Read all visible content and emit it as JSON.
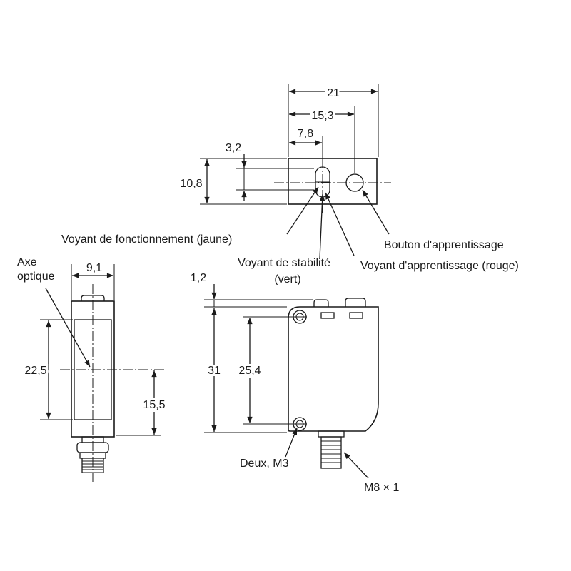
{
  "top_view": {
    "dim_21": "21",
    "dim_15_3": "15,3",
    "dim_7_8": "7,8",
    "dim_3_2": "3,2",
    "dim_10_8": "10,8"
  },
  "callouts": {
    "operation_indicator": "Voyant de fonctionnement (jaune)",
    "stability_indicator_line1": "Voyant de stabilité",
    "stability_indicator_line2": "(vert)",
    "teach_button": "Bouton d'apprentissage",
    "teach_indicator": "Voyant d'apprentissage (rouge)"
  },
  "front_view": {
    "axis_line1": "Axe",
    "axis_line2": "optique",
    "dim_9_1": "9,1",
    "dim_22_5": "22,5",
    "dim_15_5": "15,5"
  },
  "side_view": {
    "dim_1_2": "1,2",
    "dim_31": "31",
    "dim_25_4": "25,4",
    "holes_label": "Deux, M3",
    "connector_label": "M8 × 1"
  }
}
